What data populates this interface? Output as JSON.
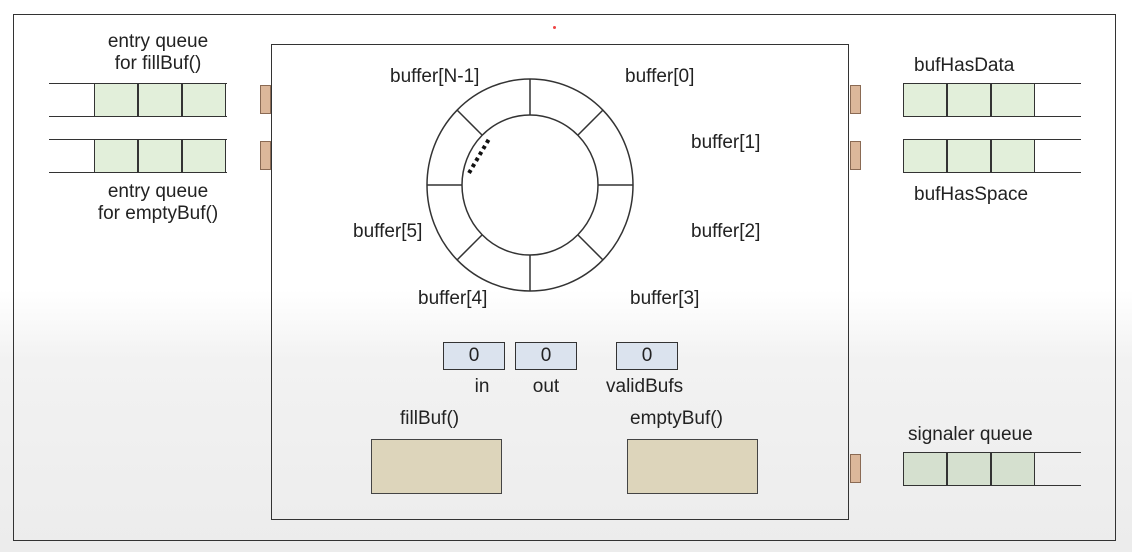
{
  "colors": {
    "queue_slot": "#e2efda",
    "signaler_slot": "#d5e0cf",
    "tab": "#dcb79a",
    "var_box": "#dbe3ee",
    "proc_box": "#ddd5bb"
  },
  "left_queues": {
    "fill": {
      "label_line1": "entry queue",
      "label_line2": "for fillBuf()"
    },
    "empty": {
      "label_line1": "entry queue",
      "label_line2": "for emptyBuf()"
    }
  },
  "right_queues": {
    "has_data": {
      "label": "bufHasData"
    },
    "has_space": {
      "label": "bufHasSpace"
    },
    "signaler": {
      "label": "signaler queue"
    }
  },
  "buffer_labels": {
    "nm1": "buffer[N-1]",
    "b0": "buffer[0]",
    "b1": "buffer[1]",
    "b2": "buffer[2]",
    "b3": "buffer[3]",
    "b4": "buffer[4]",
    "b5": "buffer[5]"
  },
  "variables": {
    "in": {
      "value": "0",
      "label": "in"
    },
    "out": {
      "value": "0",
      "label": "out"
    },
    "validBufs": {
      "value": "0",
      "label": "validBufs"
    }
  },
  "procedures": {
    "fill": {
      "label": "fillBuf()"
    },
    "empty": {
      "label": "emptyBuf()"
    }
  }
}
